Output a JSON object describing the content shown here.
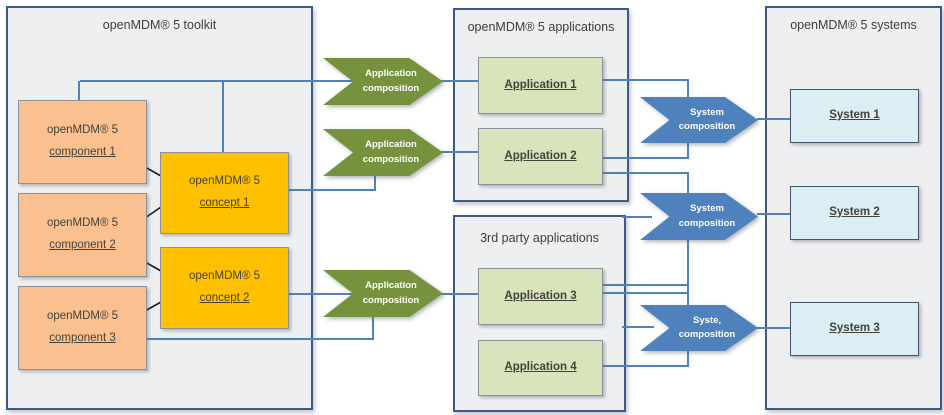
{
  "toolkit": {
    "title": "openMDM® 5 toolkit",
    "components": [
      {
        "line1": "openMDM® 5",
        "line2": "component 1"
      },
      {
        "line1": "openMDM® 5",
        "line2": "component 2"
      },
      {
        "line1": "openMDM® 5",
        "line2": "component 3"
      }
    ],
    "concepts": [
      {
        "line1": "openMDM® 5",
        "line2": "concept 1"
      },
      {
        "line1": "openMDM® 5",
        "line2": "concept 2"
      }
    ]
  },
  "applications": {
    "title": "openMDM® 5 applications",
    "items": [
      {
        "label": "Application 1"
      },
      {
        "label": "Application 2"
      }
    ]
  },
  "third_party": {
    "title": "3rd party applications",
    "items": [
      {
        "label": "Application 3"
      },
      {
        "label": "Application 4"
      }
    ]
  },
  "systems": {
    "title": "openMDM® 5 systems",
    "items": [
      {
        "label": "System 1"
      },
      {
        "label": "System 2"
      },
      {
        "label": "System 3"
      }
    ]
  },
  "arrows": {
    "application_composition": [
      {
        "line1": "Application",
        "line2": "composition"
      },
      {
        "line1": "Application",
        "line2": "composition"
      },
      {
        "line1": "Application",
        "line2": "composition"
      }
    ],
    "system_composition": [
      {
        "line1": "System",
        "line2": "composition"
      },
      {
        "line1": "System",
        "line2": "composition"
      },
      {
        "line1": "Syste,",
        "line2": "composition"
      }
    ]
  },
  "colors": {
    "frame_fill": "#edeff1",
    "frame_border": "#3d5a85",
    "component_fill": "#fac090",
    "concept_fill": "#ffc000",
    "application_fill": "#d7e4bc",
    "system_fill": "#daeef3",
    "application_arrow": "#76923c",
    "system_arrow": "#4f81bd",
    "connector": "#4f81bd"
  }
}
